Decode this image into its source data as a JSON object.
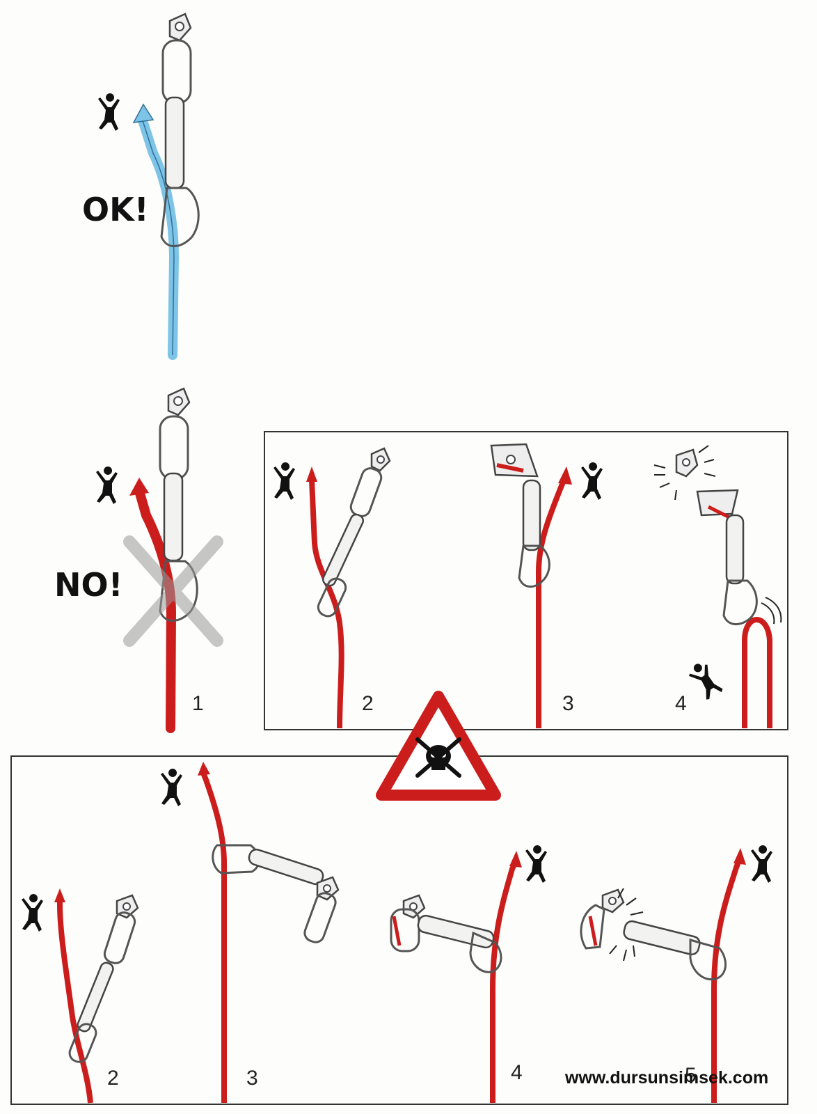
{
  "labels": {
    "ok": "OK!",
    "no": "NO!"
  },
  "steps": {
    "top_panel": [
      "2",
      "3",
      "4"
    ],
    "main": "1",
    "bottom_panel": [
      "2",
      "3",
      "4",
      "5"
    ]
  },
  "watermark": "www.dursunsimsek.com",
  "colors": {
    "rope_ok": "#7ec4e6",
    "rope_bad": "#cc1d1d",
    "warning_border": "#cc1d1d",
    "cross": "#9a9a9a",
    "climber": "#111111"
  },
  "icons": {
    "climber": "climber-icon",
    "warning": "skull-crossbones-warning-icon",
    "cross": "x-mark-icon"
  }
}
